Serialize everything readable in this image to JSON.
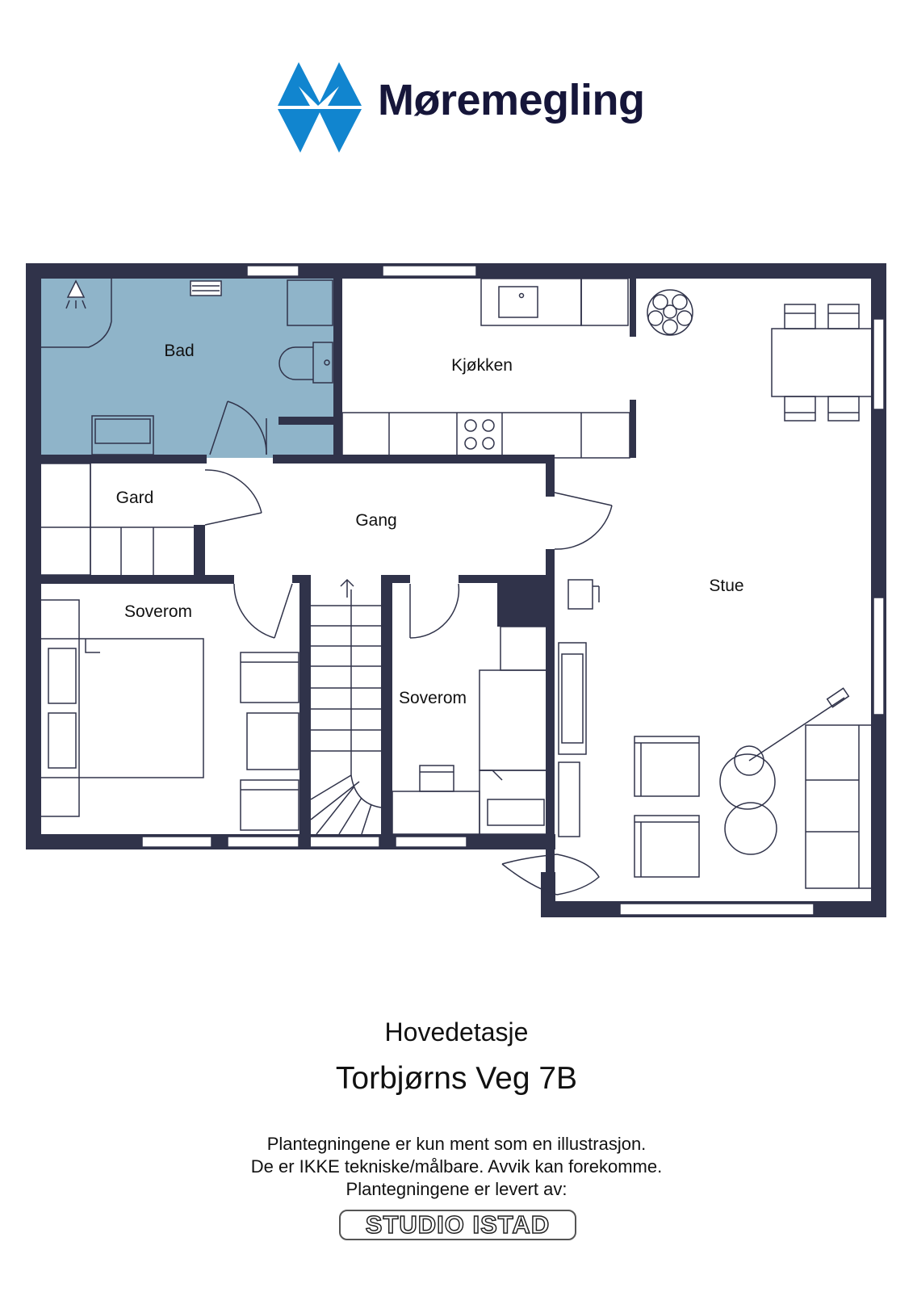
{
  "brand": {
    "name": "Møremegling",
    "mark_color": "#1185cf",
    "text_color": "#16163a"
  },
  "rooms": {
    "bad": "Bad",
    "kjokken": "Kjøkken",
    "gard": "Gard",
    "gang": "Gang",
    "stue": "Stue",
    "soverom_1": "Soverom",
    "soverom_2": "Soverom"
  },
  "colors": {
    "wall": "#30334a",
    "bathroom": "#8fb4c9",
    "window": "#ffffff"
  },
  "floor": "Hovedetasje",
  "address": "Torbjørns Veg 7B",
  "disclaimer": [
    "Plantegningene er kun ment som en illustrasjon.",
    "De er IKKE tekniske/målbare. Avvik kan forekomme.",
    "Plantegningene er levert av:"
  ],
  "studio_logo": "STUDIO ISTAD"
}
